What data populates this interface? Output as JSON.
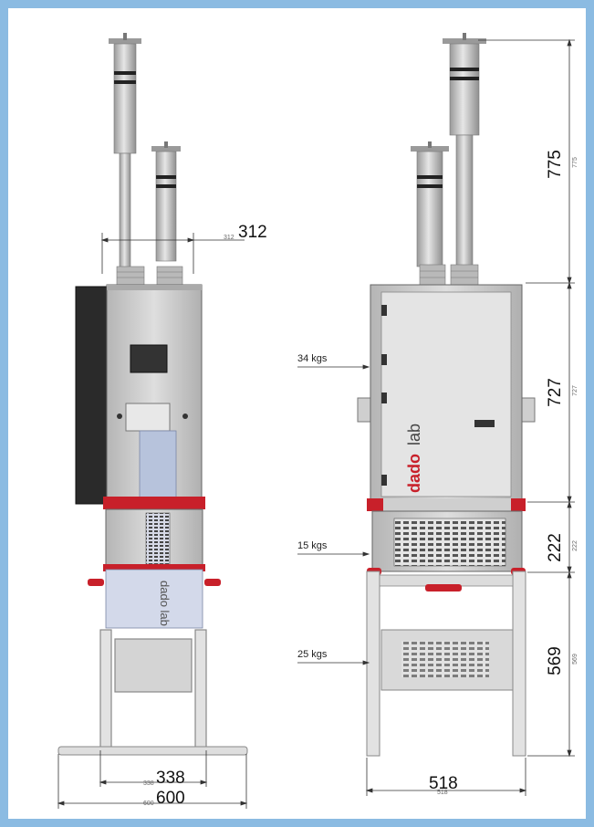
{
  "colors": {
    "frame": "#8bbbe2",
    "metal": "#c9c9c9",
    "panel": "#d8d8d8",
    "accent_red": "#c8202a",
    "dark_panel": "#2a2a2a",
    "blue_duct": "#b7c3dc"
  },
  "brand": {
    "logo_bold": "dado",
    "logo_light": "lab"
  },
  "front_view": {
    "dims": [
      {
        "id": "inlet-spacing",
        "value": "312",
        "small": "312"
      },
      {
        "id": "leg-spacing",
        "value": "338",
        "small": "338"
      },
      {
        "id": "base-width",
        "value": "600",
        "small": "600"
      }
    ]
  },
  "side_view": {
    "dims": [
      {
        "id": "inlet-height",
        "value": "775",
        "small": "775"
      },
      {
        "id": "cabinet-height",
        "value": "727",
        "small": "727"
      },
      {
        "id": "lower-module-height",
        "value": "222",
        "small": "222"
      },
      {
        "id": "stand-height",
        "value": "569",
        "small": "569"
      },
      {
        "id": "leg-spacing",
        "value": "518",
        "small": "518"
      }
    ],
    "weights": [
      {
        "id": "cabinet-weight",
        "label": "34 kgs"
      },
      {
        "id": "module-weight",
        "label": "15 kgs"
      },
      {
        "id": "stand-weight",
        "label": "25 kgs"
      }
    ]
  }
}
